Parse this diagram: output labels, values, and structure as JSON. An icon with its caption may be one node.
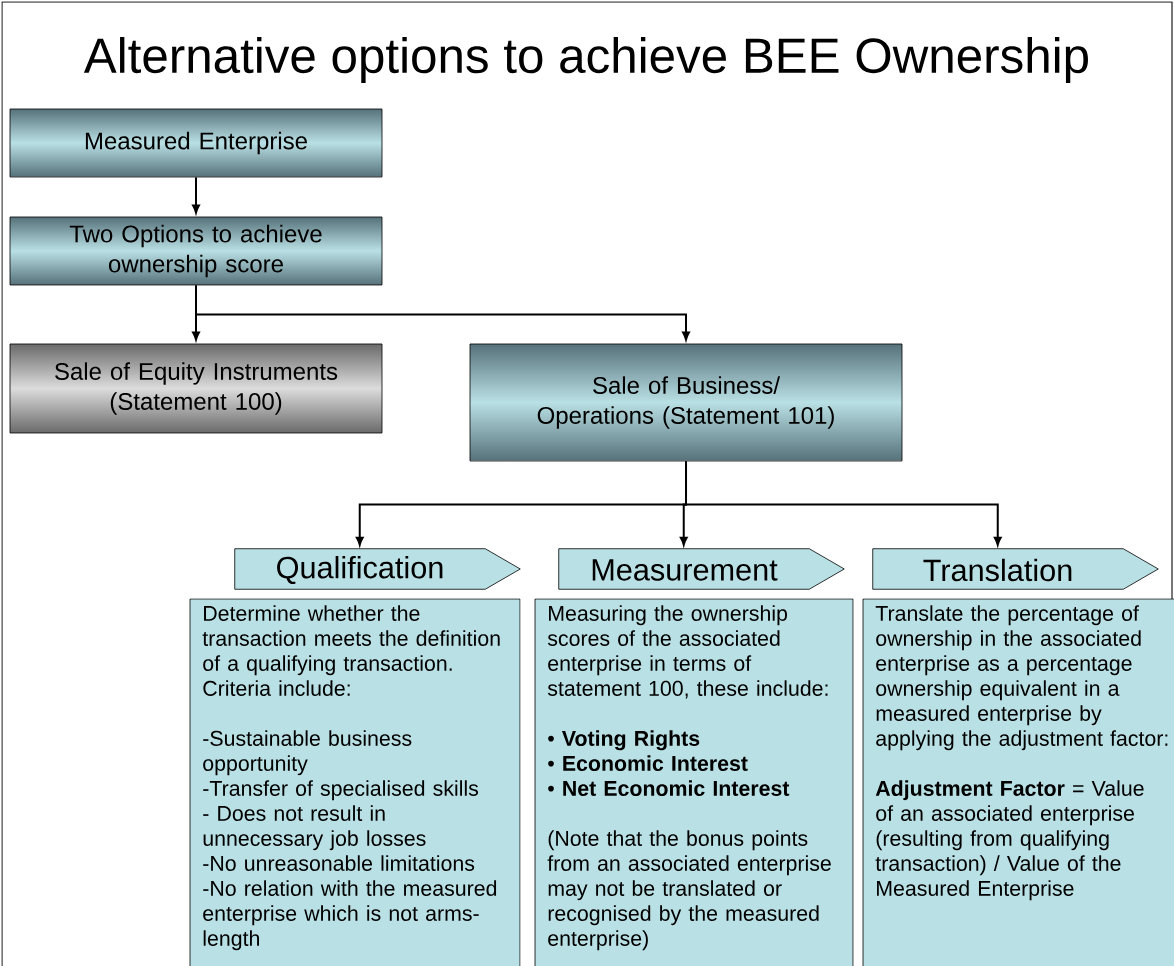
{
  "diagram": {
    "title": "Alternative options to achieve BEE Ownership",
    "nodes": [
      {
        "text": [
          "Measured Enterprise"
        ]
      },
      {
        "text": [
          "Two Options to achieve ownership score"
        ]
      },
      {
        "text": [
          "Sale of Equity Instruments (Statement 100)"
        ]
      },
      {
        "text": [
          "Sale of Business/ Operations (Statement 101)"
        ]
      },
      {
        "text": [
          "Qualification"
        ]
      },
      {
        "text": [
          "Measurement"
        ]
      },
      {
        "text": [
          "Translation"
        ]
      },
      {
        "text": [
          "Determine whether the transaction meets the definition of a qualifying transaction. Criteria include:",
          "-Sustainable business opportunity",
          "-Transfer of specialised skills",
          "- Does not result in unnecessary job losses",
          "-No unreasonable limitations",
          "-No relation with the measured enterprise which is not arms-length"
        ]
      },
      {
        "text": [
          "Measuring the ownership scores of the associated enterprise in terms of statement 100, these include:",
          "• **Voting Rights**",
          "• **Economic Interest**",
          "• **Net Economic Interest**",
          "(Note that the bonus points from an associated enterprise may not be translated or recognised by the measured enterprise)"
        ]
      },
      {
        "text": [
          "Translate the percentage of ownership in the associated enterprise as a percentage ownership equivalent in a measured enterprise by applying the adjustment factor:",
          "**Adjustment Factor** = Value of an associated enterprise (resulting from qualifying transaction) / Value of the Measured Enterprise"
        ]
      }
    ],
    "edges": [
      {
        "from": 0,
        "to": 1,
        "arrow": "to"
      },
      {
        "from": 1,
        "to": 2,
        "arrow": "to"
      },
      {
        "from": 1,
        "to": 3,
        "arrow": "to"
      },
      {
        "from": 3,
        "to": 4,
        "arrow": "to"
      },
      {
        "from": 3,
        "to": 5,
        "arrow": "to"
      },
      {
        "from": 3,
        "to": 6,
        "arrow": "to"
      }
    ]
  }
}
